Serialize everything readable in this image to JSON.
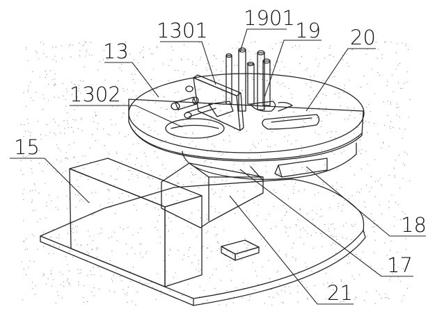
{
  "figure": {
    "labels": {
      "l1301": "1301",
      "l1901": "1901",
      "l19": "19",
      "l20": "20",
      "l13": "13",
      "l1302": "1302",
      "l15": "15",
      "l18": "18",
      "l17": "17",
      "l21": "21"
    },
    "colors": {
      "line": "#222222",
      "stipple": "#8a8a8a",
      "background": "#ffffff"
    }
  }
}
